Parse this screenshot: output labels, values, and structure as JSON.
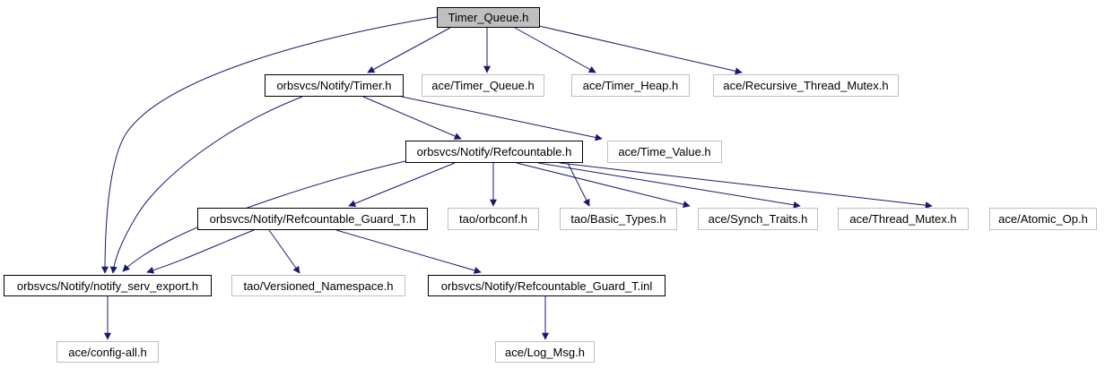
{
  "diagram": {
    "type": "include-dependency-graph",
    "root_file": "Timer_Queue.h",
    "colors": {
      "edge": "#191970",
      "root_fill": "#bfbfbf",
      "main_border": "#000000",
      "external_border": "#bfbfbf",
      "background": "#ffffff"
    },
    "nodes": [
      {
        "id": "timer-queue-root",
        "label": "Timer_Queue.h",
        "style": "root"
      },
      {
        "id": "notify-timer",
        "label": "orbsvcs/Notify/Timer.h",
        "style": "main"
      },
      {
        "id": "ace-timer-queue",
        "label": "ace/Timer_Queue.h",
        "style": "external"
      },
      {
        "id": "ace-timer-heap",
        "label": "ace/Timer_Heap.h",
        "style": "external"
      },
      {
        "id": "ace-recursive-thread-mutex",
        "label": "ace/Recursive_Thread_Mutex.h",
        "style": "external"
      },
      {
        "id": "notify-refcountable",
        "label": "orbsvcs/Notify/Refcountable.h",
        "style": "main"
      },
      {
        "id": "ace-time-value",
        "label": "ace/Time_Value.h",
        "style": "external"
      },
      {
        "id": "notify-refcountable-guard-t-h",
        "label": "orbsvcs/Notify/Refcountable_Guard_T.h",
        "style": "main"
      },
      {
        "id": "tao-orbconf",
        "label": "tao/orbconf.h",
        "style": "external"
      },
      {
        "id": "tao-basic-types",
        "label": "tao/Basic_Types.h",
        "style": "external"
      },
      {
        "id": "ace-synch-traits",
        "label": "ace/Synch_Traits.h",
        "style": "external"
      },
      {
        "id": "ace-thread-mutex",
        "label": "ace/Thread_Mutex.h",
        "style": "external"
      },
      {
        "id": "ace-atomic-op",
        "label": "ace/Atomic_Op.h",
        "style": "external"
      },
      {
        "id": "notify-serv-export",
        "label": "orbsvcs/Notify/notify_serv_export.h",
        "style": "main"
      },
      {
        "id": "tao-versioned-namespace",
        "label": "tao/Versioned_Namespace.h",
        "style": "external"
      },
      {
        "id": "notify-refcountable-guard-t-inl",
        "label": "orbsvcs/Notify/Refcountable_Guard_T.inl",
        "style": "main"
      },
      {
        "id": "ace-config-all",
        "label": "ace/config-all.h",
        "style": "external"
      },
      {
        "id": "ace-log-msg",
        "label": "ace/Log_Msg.h",
        "style": "external"
      }
    ],
    "edges": [
      {
        "from": "Timer_Queue.h",
        "to": "orbsvcs/Notify/Timer.h"
      },
      {
        "from": "Timer_Queue.h",
        "to": "ace/Timer_Queue.h"
      },
      {
        "from": "Timer_Queue.h",
        "to": "ace/Timer_Heap.h"
      },
      {
        "from": "Timer_Queue.h",
        "to": "ace/Recursive_Thread_Mutex.h"
      },
      {
        "from": "Timer_Queue.h",
        "to": "orbsvcs/Notify/notify_serv_export.h"
      },
      {
        "from": "orbsvcs/Notify/Timer.h",
        "to": "orbsvcs/Notify/Refcountable.h"
      },
      {
        "from": "orbsvcs/Notify/Timer.h",
        "to": "ace/Time_Value.h"
      },
      {
        "from": "orbsvcs/Notify/Timer.h",
        "to": "orbsvcs/Notify/notify_serv_export.h"
      },
      {
        "from": "orbsvcs/Notify/Refcountable.h",
        "to": "orbsvcs/Notify/Refcountable_Guard_T.h"
      },
      {
        "from": "orbsvcs/Notify/Refcountable.h",
        "to": "tao/orbconf.h"
      },
      {
        "from": "orbsvcs/Notify/Refcountable.h",
        "to": "tao/Basic_Types.h"
      },
      {
        "from": "orbsvcs/Notify/Refcountable.h",
        "to": "ace/Synch_Traits.h"
      },
      {
        "from": "orbsvcs/Notify/Refcountable.h",
        "to": "ace/Thread_Mutex.h"
      },
      {
        "from": "orbsvcs/Notify/Refcountable.h",
        "to": "ace/Atomic_Op.h"
      },
      {
        "from": "orbsvcs/Notify/Refcountable.h",
        "to": "orbsvcs/Notify/notify_serv_export.h"
      },
      {
        "from": "orbsvcs/Notify/Refcountable_Guard_T.h",
        "to": "orbsvcs/Notify/notify_serv_export.h"
      },
      {
        "from": "orbsvcs/Notify/Refcountable_Guard_T.h",
        "to": "tao/Versioned_Namespace.h"
      },
      {
        "from": "orbsvcs/Notify/Refcountable_Guard_T.h",
        "to": "orbsvcs/Notify/Refcountable_Guard_T.inl"
      },
      {
        "from": "orbsvcs/Notify/notify_serv_export.h",
        "to": "ace/config-all.h"
      },
      {
        "from": "orbsvcs/Notify/Refcountable_Guard_T.inl",
        "to": "ace/Log_Msg.h"
      }
    ]
  }
}
